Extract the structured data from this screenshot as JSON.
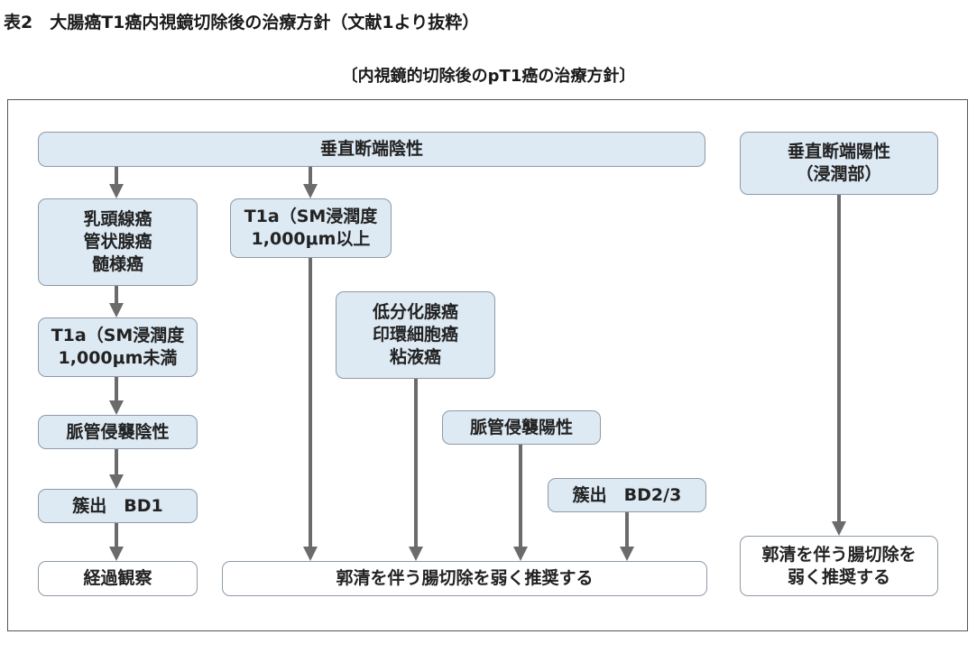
{
  "table_title": "表2　大腸癌T1癌内視鏡切除後の治療方針（文献1より抜粋）",
  "subtitle": "〔内視鏡的切除後のpT1癌の治療方針〕",
  "nodes": {
    "vm_negative": {
      "lines": [
        "垂直断端陰性"
      ]
    },
    "vm_positive": {
      "lines": [
        "垂直断端陽性",
        "（浸潤部）"
      ]
    },
    "histology_favorable": {
      "lines": [
        "乳頭線癌",
        "管状腺癌",
        "髄様癌"
      ]
    },
    "sm_deep": {
      "lines": [
        "T1a（SM浸潤度",
        "1,000μm以上"
      ]
    },
    "sm_shallow": {
      "lines": [
        "T1a（SM浸潤度",
        "1,000μm未満"
      ]
    },
    "histology_unfavorable": {
      "lines": [
        "低分化腺癌",
        "印環細胞癌",
        "粘液癌"
      ]
    },
    "lv_negative_left": {
      "lines": [
        "脈管侵襲陰性"
      ]
    },
    "lv_positive": {
      "lines": [
        "脈管侵襲陽性"
      ]
    },
    "budding_bd1": {
      "lines": [
        "簇出　BD1"
      ]
    },
    "budding_bd23": {
      "lines": [
        "簇出　BD2/3"
      ]
    },
    "outcome_observation": {
      "lines": [
        "経過観察"
      ]
    },
    "outcome_surgery": {
      "lines": [
        "郭清を伴う腸切除を弱く推奨する"
      ]
    },
    "outcome_surgery_right": {
      "lines": [
        "郭清を伴う腸切除を",
        "弱く推奨する"
      ]
    }
  },
  "colors": {
    "box_fill": "#dde9f3",
    "box_border": "#8e9aa6",
    "arrow": "#6b6b6b"
  }
}
